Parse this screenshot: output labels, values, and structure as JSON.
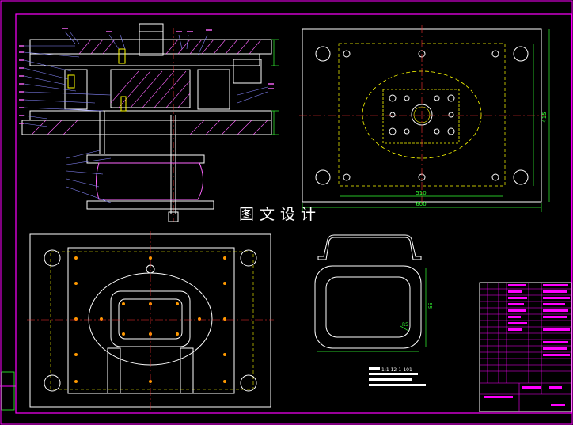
{
  "watermark": "图文设计",
  "colors": {
    "background": "#000000",
    "border": "#ff00ff",
    "outline": "#ffffff",
    "centerline": "#ff3333",
    "dimension": "#33ff33",
    "hidden": "#ffff00",
    "hatch": "#ff66ff",
    "leader": "#8888ff"
  },
  "labels": {
    "plate_width_dim": "600",
    "plate_inner_dim": "510",
    "plate_height_dim": "415",
    "part_height_dim": "55",
    "part_width_dim": "R5",
    "scale_note": "1:1 12-1-101"
  }
}
